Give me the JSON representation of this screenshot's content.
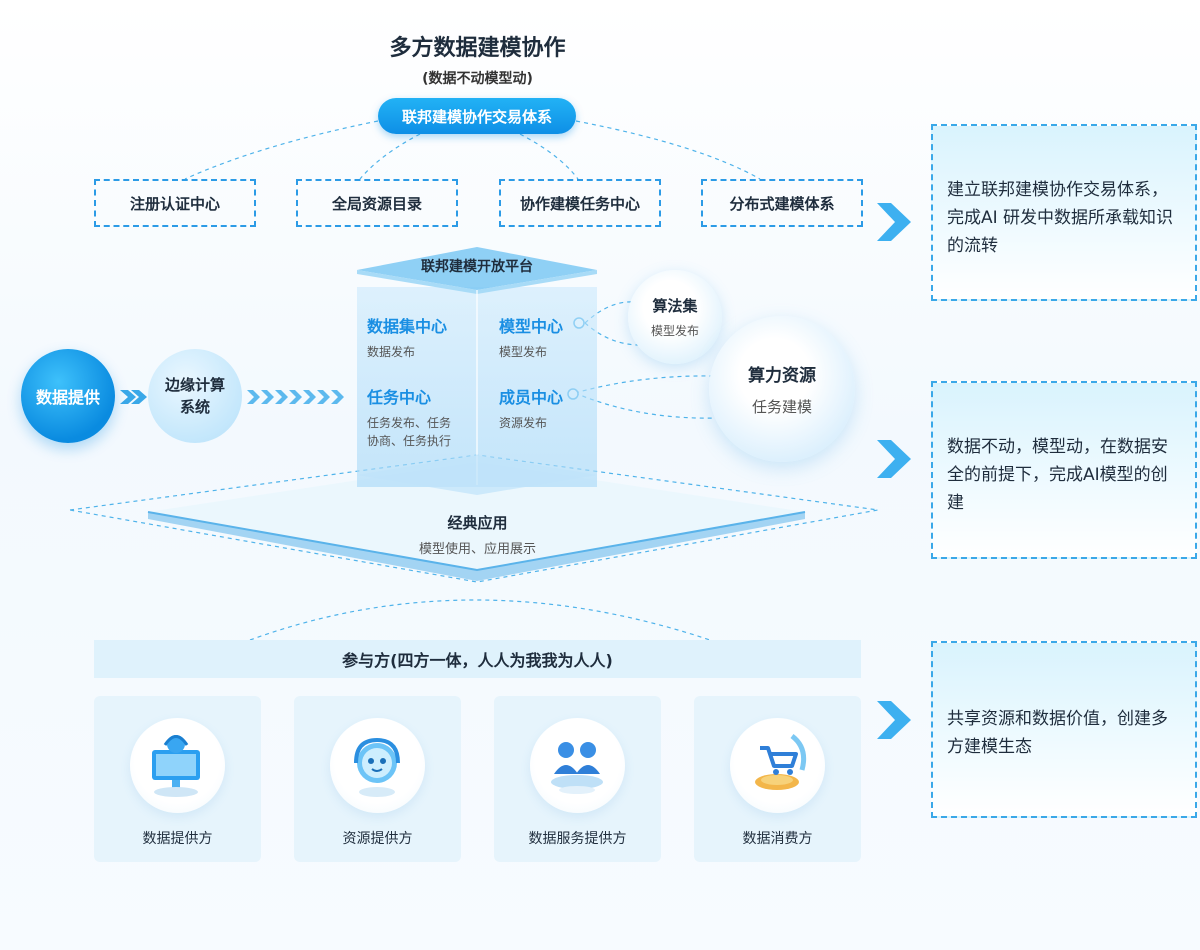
{
  "header": {
    "title": "多方数据建模协作",
    "subtitle": "(数据不动模型动)",
    "system_label": "联邦建模协作交易体系"
  },
  "top_nodes": [
    "注册认证中心",
    "全局资源目录",
    "协作建模任务中心",
    "分布式建模体系"
  ],
  "flow": {
    "source": "数据提供",
    "edge_line1": "边缘计算",
    "edge_line2": "系统"
  },
  "platform": {
    "title": "联邦建模开放平台",
    "nodes": [
      {
        "title": "数据集中心",
        "sub": "数据发布"
      },
      {
        "title": "模型中心",
        "sub": "模型发布"
      },
      {
        "title": "任务中心",
        "sub": "任务发布、任务协商、任务执行"
      },
      {
        "title": "成员中心",
        "sub": "资源发布"
      }
    ]
  },
  "resources": {
    "algo_title": "算法集",
    "algo_sub": "模型发布",
    "compute_title": "算力资源",
    "compute_sub": "任务建模"
  },
  "application": {
    "title": "经典应用",
    "sub": "模型使用、应用展示"
  },
  "participants": {
    "title": "参与方(四方一体，人人为我我为人人)",
    "cards": [
      {
        "label": "数据提供方",
        "icon": "monitor-headset-icon"
      },
      {
        "label": "资源提供方",
        "icon": "robot-assistant-icon"
      },
      {
        "label": "数据服务提供方",
        "icon": "team-users-icon"
      },
      {
        "label": "数据消费方",
        "icon": "shopping-cart-coin-icon"
      }
    ]
  },
  "side_notes": [
    "建立联邦建模协作交易体系，完成AI 研发中数据所承载知识的流转",
    "数据不动，模型动，在数据安全的前提下，完成AI模型的创建",
    "共享资源和数据价值，创建多方建模生态"
  ],
  "colors": {
    "accent": "#1a8fe3",
    "pill": "#0e8fe6",
    "dash": "#2c9be6",
    "panel": "#dff2fc"
  }
}
